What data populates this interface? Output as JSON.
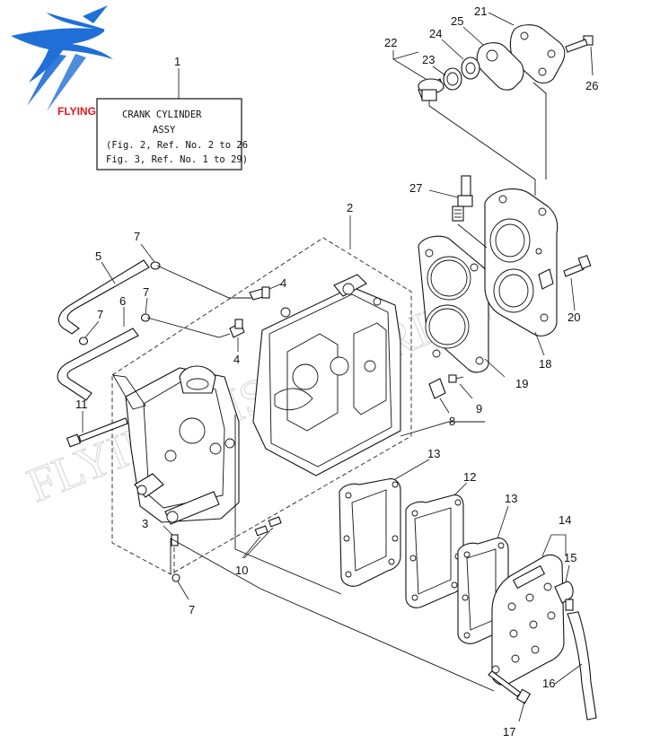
{
  "brand": {
    "name": "FLYING FISH MARINE",
    "watermark": "FLYING FISH MARINE",
    "colors": {
      "brand_red": "#e01818",
      "fish_blue": "#1f6fd6"
    }
  },
  "assembly_box": {
    "ref": "1",
    "line1": "CRANK CYLINDER",
    "line2": "ASSY",
    "line3": "(Fig. 2, Ref. No. 2 to 26",
    "line4": " Fig. 3, Ref. No. 1 to 29)"
  },
  "callouts": {
    "c2": "2",
    "c3": "3",
    "c4a": "4",
    "c4b": "4",
    "c5": "5",
    "c6": "6",
    "c7a": "7",
    "c7b": "7",
    "c7c": "7",
    "c7d": "7",
    "c8": "8",
    "c9": "9",
    "c10": "10",
    "c11": "11",
    "c12": "12",
    "c13a": "13",
    "c13b": "13",
    "c14": "14",
    "c15": "15",
    "c16": "16",
    "c17": "17",
    "c18": "18",
    "c19": "19",
    "c20": "20",
    "c21": "21",
    "c22": "22",
    "c23": "23",
    "c24": "24",
    "c25": "25",
    "c26": "26",
    "c27": "27"
  }
}
